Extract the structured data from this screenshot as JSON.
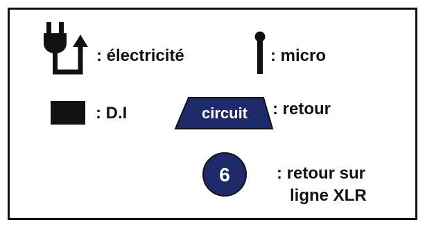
{
  "legend": {
    "items": {
      "electricity": {
        "icon": "power-plug-icon",
        "label": ": électricité"
      },
      "micro": {
        "icon": "microphone-icon",
        "label": ": micro"
      },
      "di": {
        "icon": "di-box-icon",
        "label": ": D.I"
      },
      "circuit": {
        "icon": "return-circuit-icon",
        "badge_text": "circuit",
        "label": ": retour"
      },
      "xlr": {
        "icon": "xlr-return-badge-icon",
        "badge_number": "6",
        "label_line1": ": retour sur",
        "label_line2": "ligne XLR"
      }
    }
  },
  "colors": {
    "border": "#111111",
    "text": "#111111",
    "badge_fill": "#1f2a6b",
    "badge_text": "#ffffff"
  }
}
